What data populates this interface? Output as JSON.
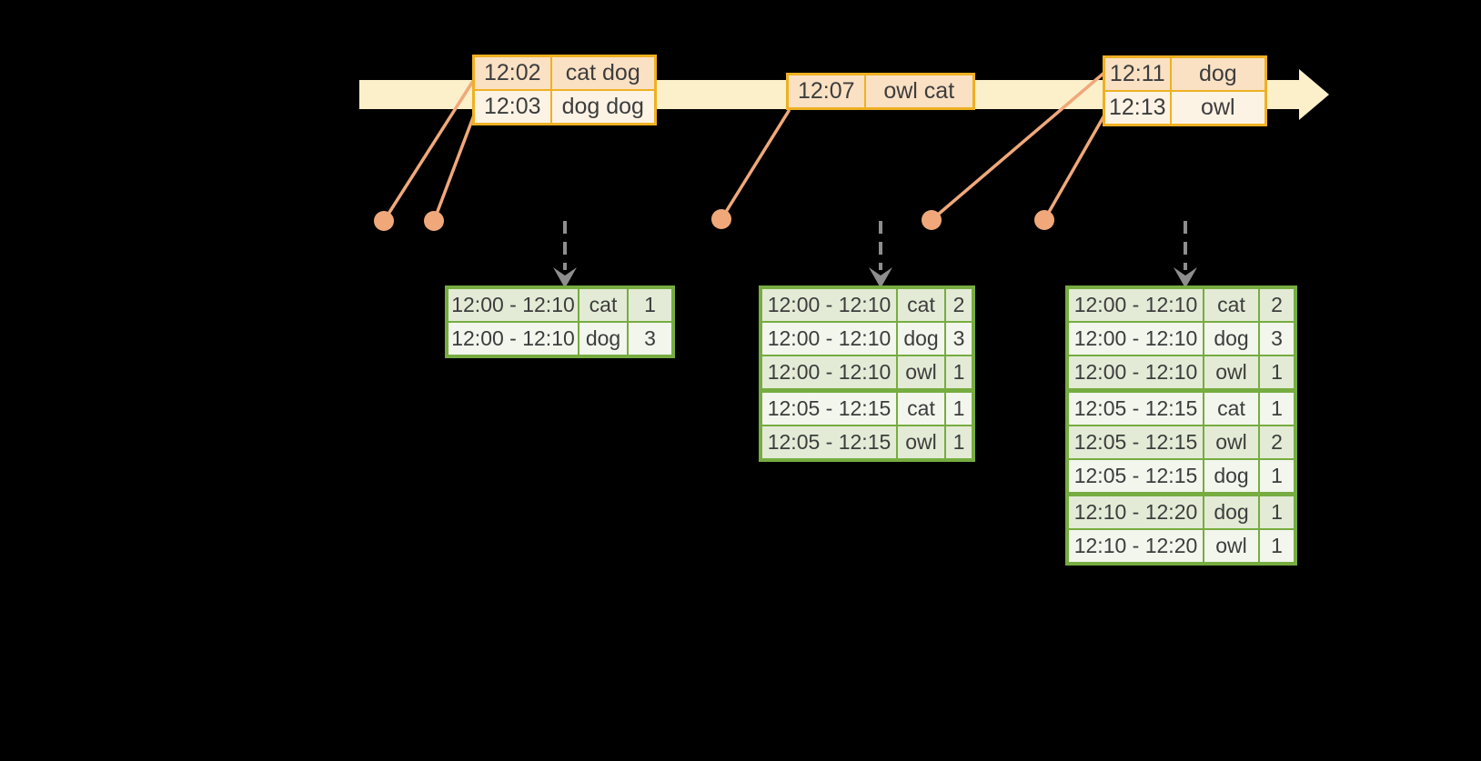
{
  "colors": {
    "background": "#000000",
    "timeline-fill": "#FCF0CA",
    "event-border": "#EFB022",
    "event-row-dark": "#FAE1C4",
    "event-row-light": "#FDF3E4",
    "leader": "#F0A87A",
    "dashed-arrow": "#8E8E8E",
    "result-border": "#76AC40",
    "result-row-green": "#E3EBD6",
    "result-row-white": "#F2F6ED",
    "ink": "#3D3D3D"
  },
  "icons": {
    "timeline-arrowhead": "right-pointing-triangle",
    "down-arrow": "dashed-gray-down-arrow",
    "event-marker": "salmon-dot-with-leader-line"
  },
  "event_tables": [
    {
      "rows": [
        {
          "time": "12:02",
          "words": "cat dog"
        },
        {
          "time": "12:03",
          "words": "dog dog"
        }
      ]
    },
    {
      "rows": [
        {
          "time": "12:07",
          "words": "owl cat"
        }
      ]
    },
    {
      "rows": [
        {
          "time": "12:11",
          "words": "dog"
        },
        {
          "time": "12:13",
          "words": "owl"
        }
      ]
    }
  ],
  "result_tables": [
    {
      "rows": [
        {
          "window": "12:00 - 12:10",
          "word": "cat",
          "count": "1"
        },
        {
          "window": "12:00 - 12:10",
          "word": "dog",
          "count": "3"
        }
      ]
    },
    {
      "rows": [
        {
          "window": "12:00 - 12:10",
          "word": "cat",
          "count": "2"
        },
        {
          "window": "12:00 - 12:10",
          "word": "dog",
          "count": "3"
        },
        {
          "window": "12:00 - 12:10",
          "word": "owl",
          "count": "1"
        },
        {
          "window": "12:05 - 12:15",
          "word": "cat",
          "count": "1"
        },
        {
          "window": "12:05 - 12:15",
          "word": "owl",
          "count": "1"
        }
      ]
    },
    {
      "rows": [
        {
          "window": "12:00 - 12:10",
          "word": "cat",
          "count": "2"
        },
        {
          "window": "12:00 - 12:10",
          "word": "dog",
          "count": "3"
        },
        {
          "window": "12:00 - 12:10",
          "word": "owl",
          "count": "1"
        },
        {
          "window": "12:05 - 12:15",
          "word": "cat",
          "count": "1"
        },
        {
          "window": "12:05 - 12:15",
          "word": "owl",
          "count": "2"
        },
        {
          "window": "12:05 - 12:15",
          "word": "dog",
          "count": "1"
        },
        {
          "window": "12:10 - 12:20",
          "word": "dog",
          "count": "1"
        },
        {
          "window": "12:10 - 12:20",
          "word": "owl",
          "count": "1"
        }
      ]
    }
  ]
}
